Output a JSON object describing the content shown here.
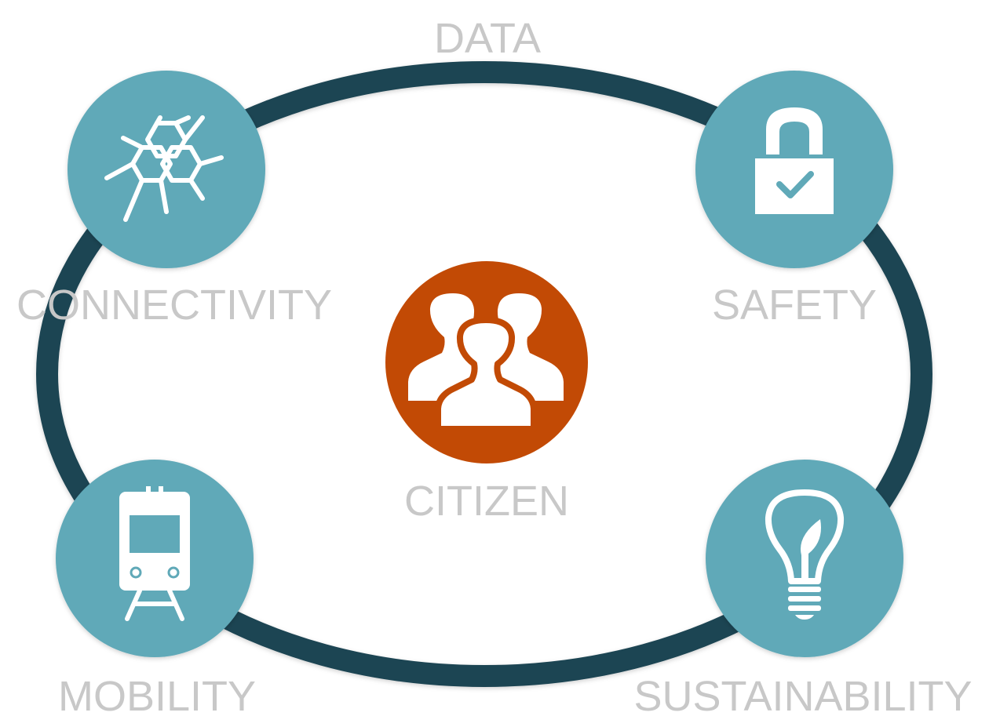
{
  "labels": {
    "data": "DATA",
    "connectivity": "CONNECTIVITY",
    "safety": "SAFETY",
    "citizen": "CITIZEN",
    "mobility": "MOBILITY",
    "sustainability": "SUSTAINABILITY"
  },
  "icons": {
    "connectivity": "hexagon-network-icon",
    "safety": "padlock-check-icon",
    "citizen": "people-group-icon",
    "mobility": "train-icon",
    "sustainability": "lightbulb-leaf-icon"
  },
  "colors": {
    "ring": "#1e4553",
    "node": "#60a9b8",
    "center": "#c24a05",
    "label": "#c8c8c8",
    "icon": "#ffffff"
  }
}
